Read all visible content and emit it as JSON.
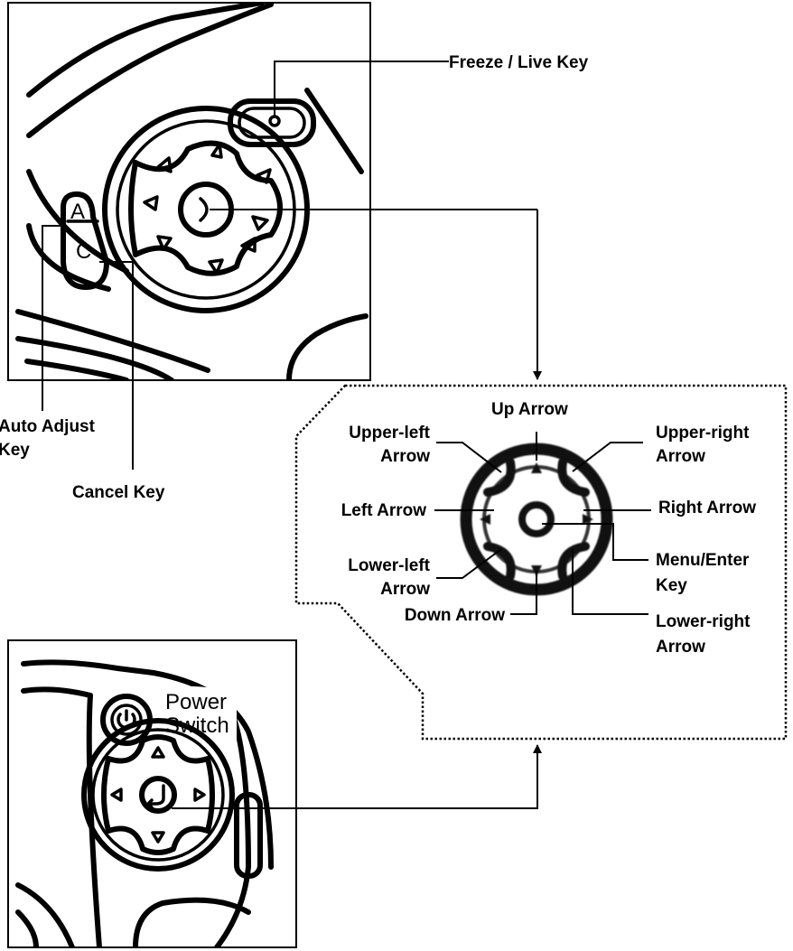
{
  "labels": {
    "freeze_live_key": "Freeze / Live Key",
    "auto_adjust_key_line1": "Auto Adjust",
    "auto_adjust_key_line2": "Key",
    "cancel_key": "Cancel Key",
    "up_arrow": "Up Arrow",
    "upper_left_arrow_line1": "Upper-left",
    "upper_left_arrow_line2": "Arrow",
    "upper_right_arrow_line1": "Upper-right",
    "upper_right_arrow_line2": "Arrow",
    "left_arrow": "Left Arrow",
    "right_arrow": "Right Arrow",
    "lower_left_arrow_line1": "Lower-left",
    "lower_left_arrow_line2": "Arrow",
    "menu_enter_key_line1": "Menu/Enter",
    "menu_enter_key_line2": "Key",
    "down_arrow": "Down Arrow",
    "lower_right_arrow_line1": "Lower-right",
    "lower_right_arrow_line2": "Arrow",
    "power_switch_line1": "Power",
    "power_switch_line2": "Switch"
  },
  "key_glyphs": {
    "auto_adjust": "A",
    "cancel": "C"
  },
  "colors": {
    "ink": "#000000",
    "background": "#ffffff"
  }
}
